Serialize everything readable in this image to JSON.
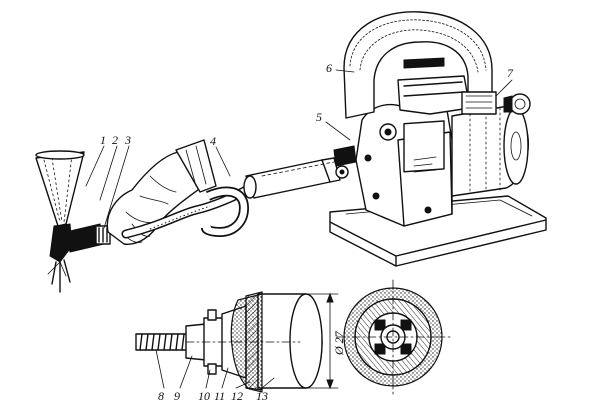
{
  "figure": {
    "callouts": {
      "c1": "1",
      "c2": "2",
      "c3": "3",
      "c4": "4",
      "c5": "5",
      "c6": "6",
      "c7": "7",
      "c8": "8",
      "c9": "9",
      "c10": "10",
      "c11": "11",
      "c12": "12",
      "c13": "13"
    },
    "dimension_label": "Ø 27"
  }
}
